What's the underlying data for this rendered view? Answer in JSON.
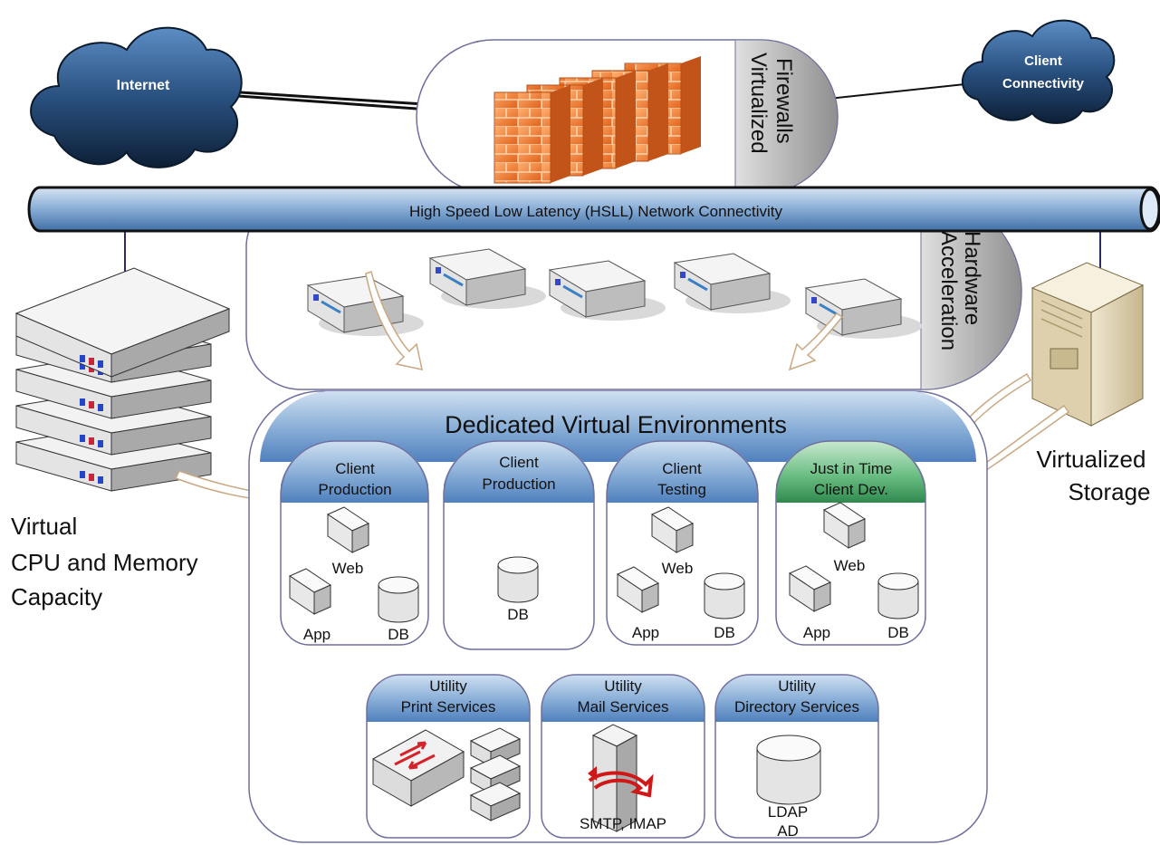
{
  "clouds": {
    "internet": "Internet",
    "client_conn_line1": "Client",
    "client_conn_line2": "Connectivity"
  },
  "firewalls": {
    "label_line1": "Virtualized",
    "label_line2": "Firewalls"
  },
  "backbone": {
    "label": "High Speed Low Latency (HSLL) Network Connectivity"
  },
  "acceleration": {
    "label_line1": "Hardware",
    "label_line2": "Acceleration"
  },
  "compute": {
    "label_line1": "Virtual",
    "label_line2": "CPU and Memory",
    "label_line3": "Capacity"
  },
  "storage": {
    "label_line1": "Virtualized",
    "label_line2": "Storage"
  },
  "environments": {
    "title": "Dedicated Virtual Environments",
    "pods": [
      {
        "line1": "Client",
        "line2": "Production",
        "web": "Web",
        "app": "App",
        "db": "DB"
      },
      {
        "line1": "Client",
        "line2": "Production",
        "db": "DB"
      },
      {
        "line1": "Client",
        "line2": "Testing",
        "web": "Web",
        "app": "App",
        "db": "DB"
      },
      {
        "line1": "Just in Time",
        "line2": "Client Dev.",
        "web": "Web",
        "app": "App",
        "db": "DB"
      }
    ],
    "utilities": [
      {
        "line1": "Utility",
        "line2": "Print Services"
      },
      {
        "line1": "Utility",
        "line2": "Mail Services",
        "caption": "SMTP, IMAP"
      },
      {
        "line1": "Utility",
        "line2": "Directory Services",
        "caption1": "LDAP",
        "caption2": "AD"
      }
    ]
  },
  "colors": {
    "blue_header": "#5b8fc9",
    "green_header": "#3f9a60",
    "firewall": "#f07b22",
    "gray_tab": "#9a9a9a",
    "cloud": "#1f3d63"
  }
}
